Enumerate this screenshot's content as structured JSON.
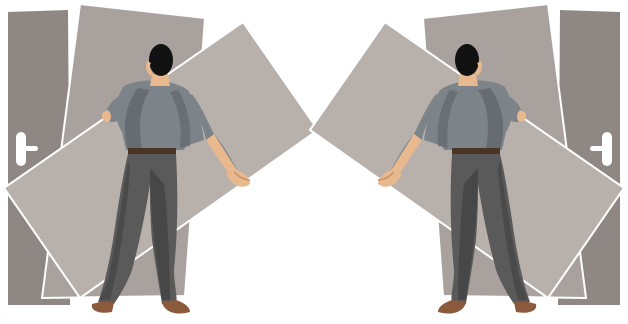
{
  "illustration": {
    "panels": [
      {
        "figure": "man-pushing-doors",
        "facing": "away",
        "door_handle": "lever-handle"
      },
      {
        "figure": "man-pushing-doors",
        "facing": "away",
        "door_handle": "lever-handle",
        "mirrored": true
      }
    ],
    "colors": {
      "background": "#ffffff",
      "door_dark": "#8e8784",
      "door_mid": "#a9a19d",
      "door_light": "#b8b0ab",
      "door_edge": "#ffffff",
      "shirt": "#7d8489",
      "shirt_shadow": "#5c6368",
      "pants": "#5a5a5a",
      "pants_shadow": "#3f3f3f",
      "skin": "#e8b98f",
      "skin_shadow": "#c98f64",
      "hair": "#111111",
      "belt": "#4a3426",
      "shoes": "#8b5a3c",
      "handle": "#ffffff"
    }
  }
}
